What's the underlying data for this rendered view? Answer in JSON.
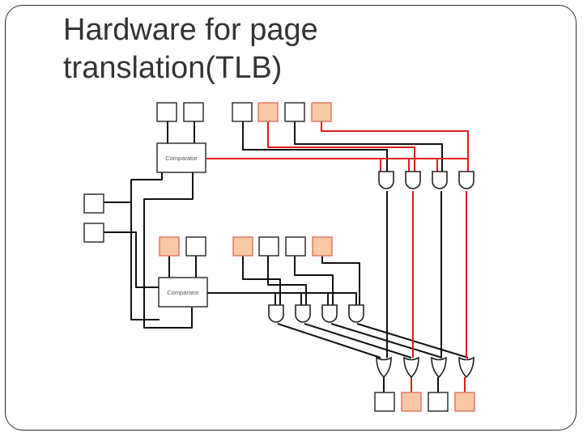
{
  "slide": {
    "title_line1": "Hardware for page",
    "title_line2": "translation(TLB)"
  },
  "diagram": {
    "comparator_top_label": "Comparator",
    "comparator_bottom_label": "Comparator",
    "colors": {
      "wire_black": "#111111",
      "wire_red": "#e01b1b",
      "highlight_fill": "#f8c9a4",
      "highlight_stroke": "#e07060",
      "frame": "#2a2a2a"
    }
  }
}
